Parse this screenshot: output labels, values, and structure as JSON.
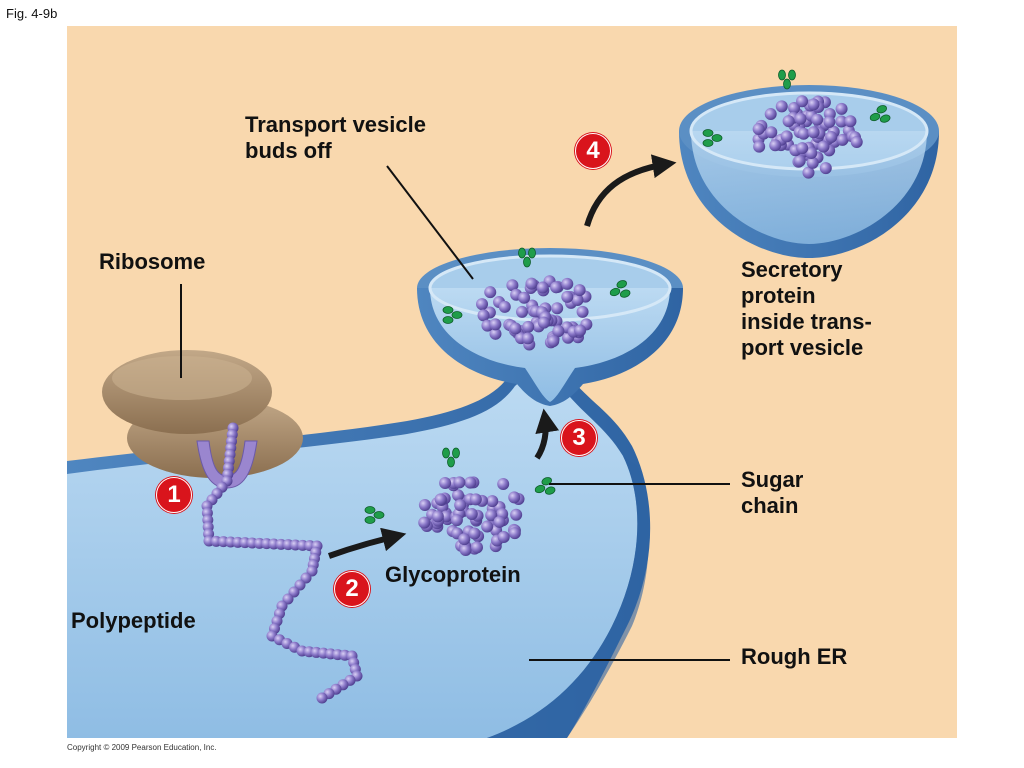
{
  "figure_label": "Fig. 4-9b",
  "copyright": "Copyright © 2009 Pearson Education, Inc.",
  "labels": {
    "transport_vesicle": "Transport vesicle\nbuds off",
    "ribosome": "Ribosome",
    "secretory_protein": "Secretory\nprotein\ninside trans-\nport vesicle",
    "sugar_chain": "Sugar\nchain",
    "glycoprotein": "Glycoprotein",
    "polypeptide": "Polypeptide",
    "rough_er": "Rough ER"
  },
  "steps": [
    "1",
    "2",
    "3",
    "4"
  ],
  "colors": {
    "background": "#f9d8ae",
    "membrane": "#5b8fc4",
    "lumen": "#a8cdeb",
    "protein": "#8b79c9",
    "sugar": "#1f9d4a",
    "ribosome": "#a88c6a",
    "step_badge": "#d9141c"
  }
}
